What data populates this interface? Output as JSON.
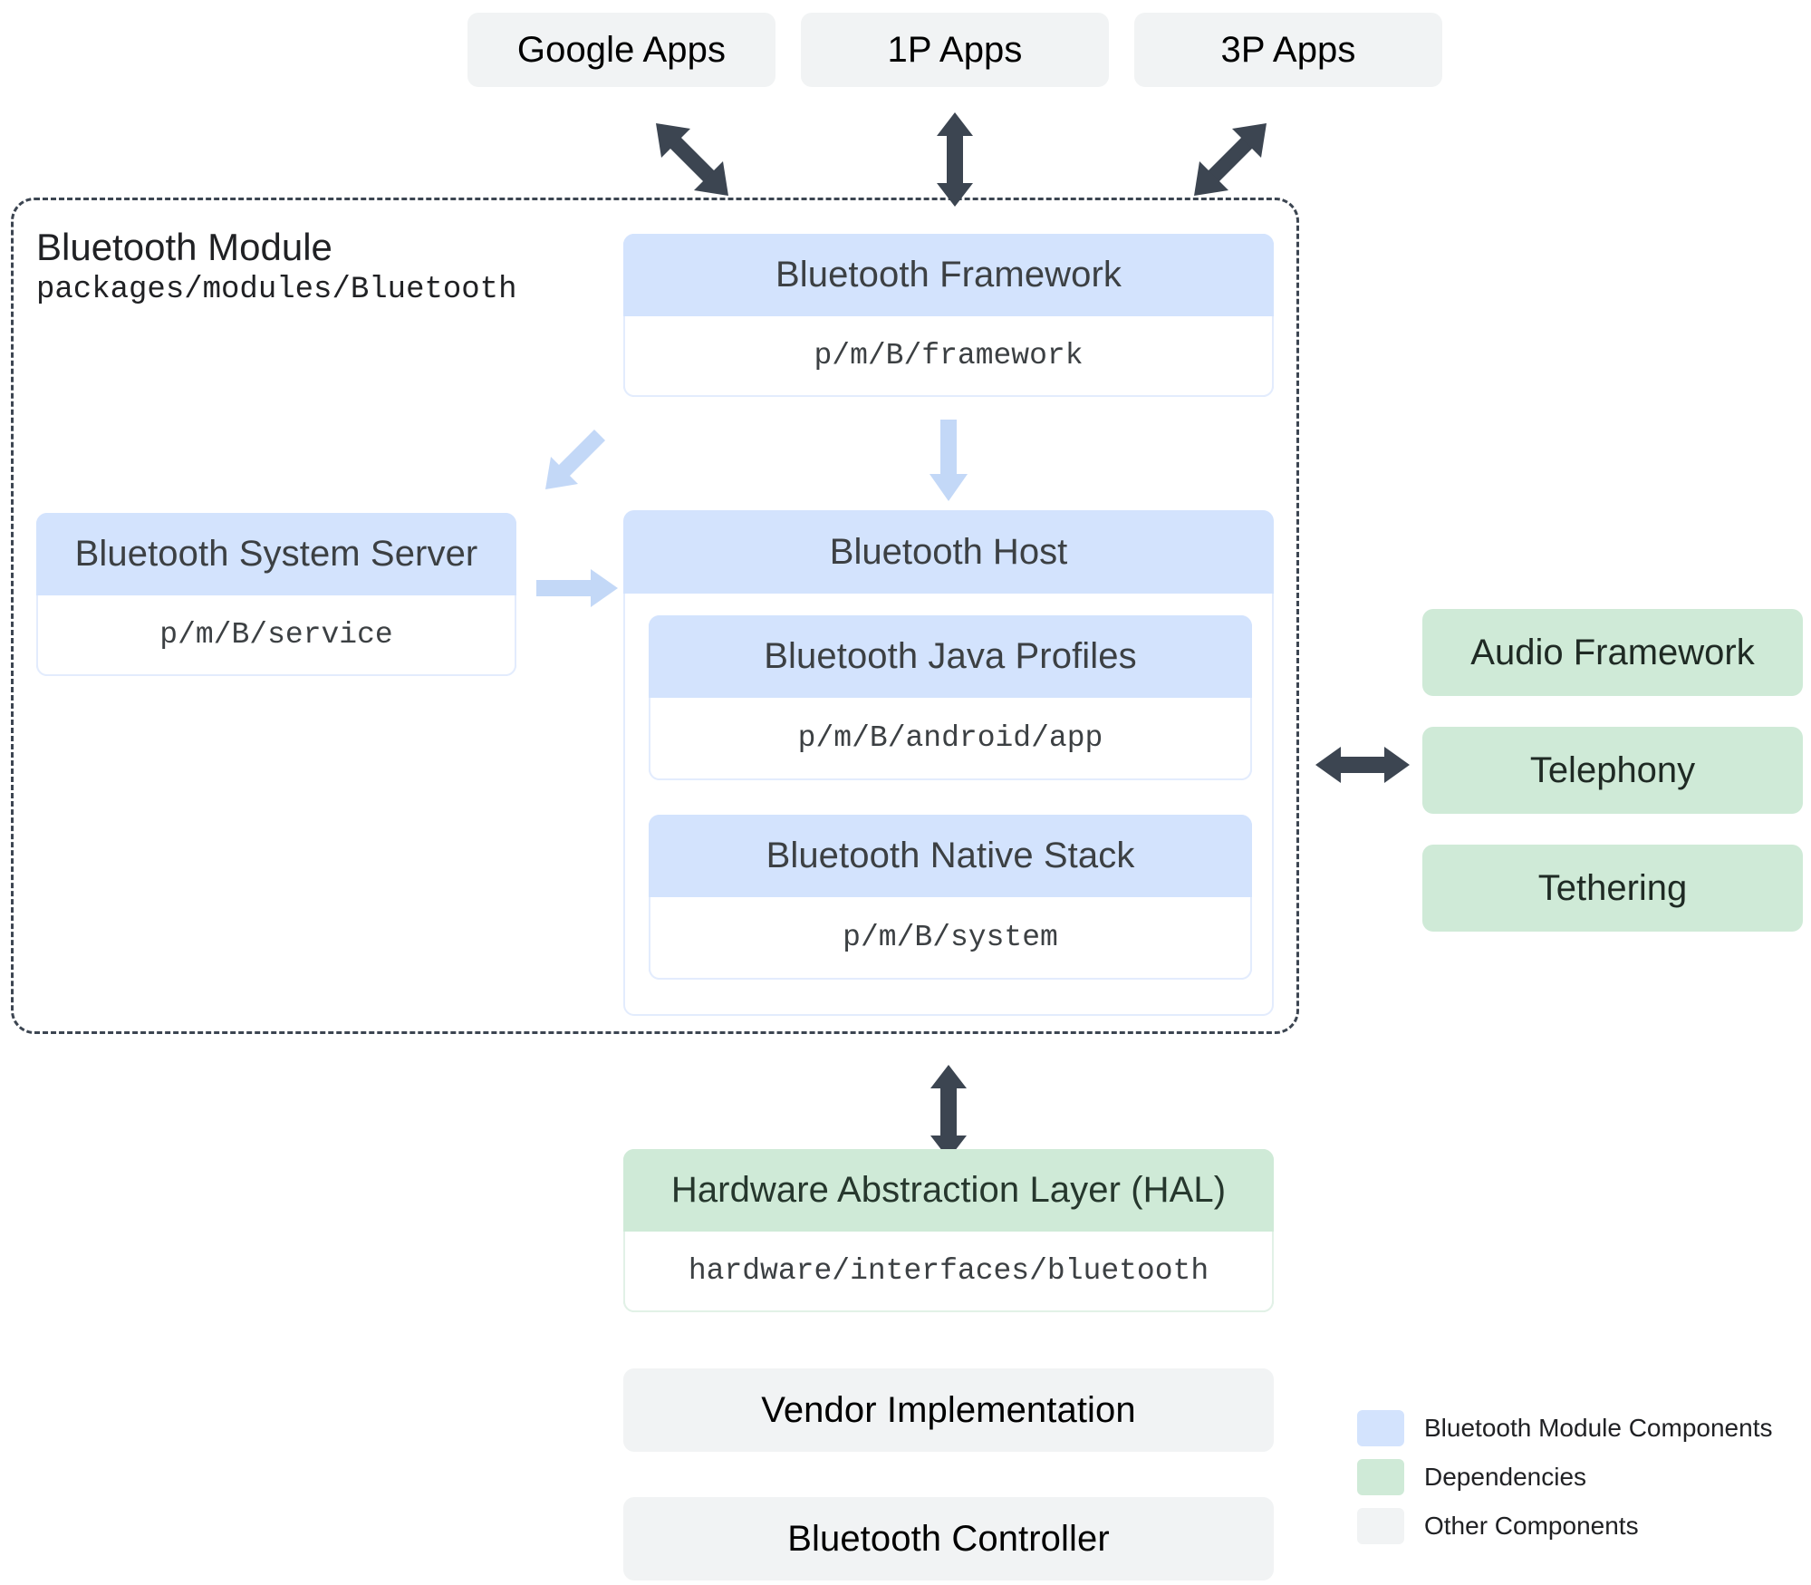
{
  "apps_row": [
    {
      "label": "Google Apps",
      "icon": "arrow-diagonal-nwse-bidirectional"
    },
    {
      "label": "1P Apps",
      "icon": "arrow-vertical-bidirectional"
    },
    {
      "label": "3P Apps",
      "icon": "arrow-diagonal-nesw-bidirectional"
    }
  ],
  "module": {
    "title": "Bluetooth Module",
    "path": "packages/modules/Bluetooth",
    "framework": {
      "title": "Bluetooth Framework",
      "path": "p/m/B/framework"
    },
    "system_server": {
      "title": "Bluetooth System Server",
      "path": "p/m/B/service"
    },
    "host": {
      "title": "Bluetooth Host",
      "children": [
        {
          "title": "Bluetooth Java Profiles",
          "path": "p/m/B/android/app"
        },
        {
          "title": "Bluetooth Native Stack",
          "path": "p/m/B/system"
        }
      ]
    },
    "internal_arrows": [
      {
        "icon": "arrow-down-left-icon"
      },
      {
        "icon": "arrow-down-icon"
      },
      {
        "icon": "arrow-right-icon"
      }
    ]
  },
  "dependencies": [
    {
      "label": "Audio Framework"
    },
    {
      "label": "Telephony"
    },
    {
      "label": "Tethering"
    }
  ],
  "dependency_link_icon": "arrow-horizontal-bidirectional",
  "hal": {
    "title": "Hardware Abstraction Layer (HAL)",
    "path": "hardware/interfaces/bluetooth",
    "link_icon": "arrow-vertical-bidirectional"
  },
  "bottom_boxes": [
    {
      "label": "Vendor Implementation"
    },
    {
      "label": "Bluetooth Controller"
    }
  ],
  "legend": {
    "items": [
      {
        "label": "Bluetooth Module Components",
        "color": "#d3e3fd"
      },
      {
        "label": "Dependencies",
        "color": "#cfead7"
      },
      {
        "label": "Other Components",
        "color": "#f1f3f4"
      }
    ]
  },
  "colors": {
    "module_blue": "#d3e3fd",
    "dependency_green": "#cfead7",
    "other_gray": "#f1f3f4",
    "arrow_dark": "#3c4551",
    "arrow_light_blue": "#c3d8f7",
    "dashed_border": "#3c4551"
  }
}
